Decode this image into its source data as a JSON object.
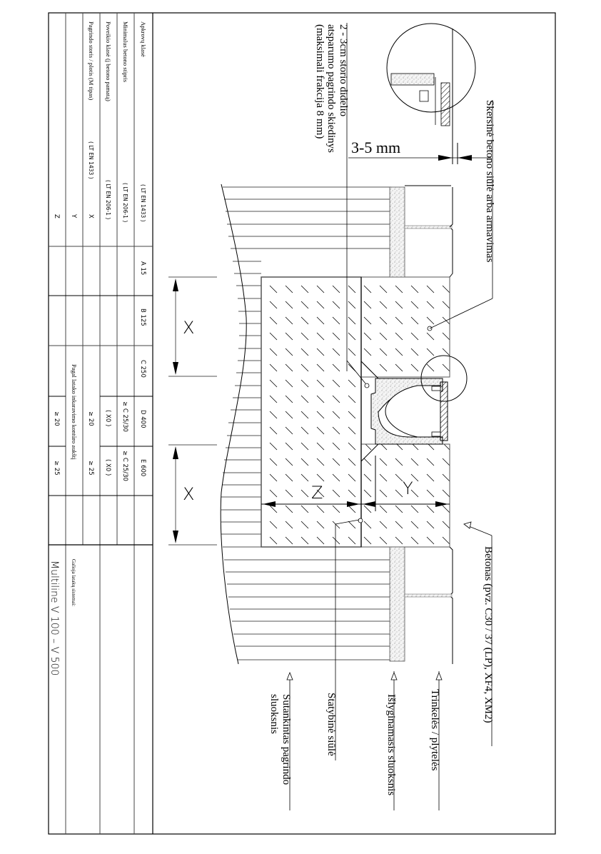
{
  "sheet": {
    "orientation": "rotated-90-cw",
    "border_color": "#000000"
  },
  "table": {
    "rows": [
      {
        "label": "Apkrovų klasė",
        "standard": "( LT EN 1433 )"
      },
      {
        "label": "Minimalus betono stipris",
        "standard": "( LT EN 206-1 )"
      },
      {
        "label": "Poveikio klasė (į betono pamatą)",
        "standard": "( LT EN 206-1 )"
      },
      {
        "label": "Pagrindo storis / plotis (M tipas)",
        "standard": "( LT EN 1433 )",
        "symbol": "X"
      },
      {
        "label": "",
        "standard": "",
        "symbol": "Y"
      },
      {
        "label": "",
        "standard": "",
        "symbol": "Z"
      }
    ],
    "load_classes": [
      "A 15",
      "B 125",
      "C 250",
      "D 400",
      "E 600"
    ],
    "min_concrete": [
      "",
      "",
      "",
      "≥ C 25/30",
      "≥ C 25/30"
    ],
    "exposure": [
      "",
      "",
      "",
      "( X0 )",
      "( X0 )"
    ],
    "x_values": [
      "",
      "",
      "",
      "≥ 20",
      "≥ 25"
    ],
    "y_merged_note": "Pagal latako inkaravimo kontūro aukštį",
    "z_values": [
      "",
      "",
      "",
      "≥ 20",
      "≥ 25"
    ],
    "systems_label": "Galioja latakų sistemai:",
    "systems_value": "Multiline V 100 – V 500"
  },
  "drawing": {
    "note_bedding_line1": "2 - 3cm storio didelio",
    "note_bedding_line2": "atsparumo pagrindo skiedinys",
    "note_bedding_line3": "(maksimali frakcija 8 mm)",
    "gap_dimension": "3-5 mm",
    "label_joint": "Skersinė betono siūlė arba armavimas",
    "label_concrete": "Betonas (pvz. C30 / 37 (LP), XF4, XM2)",
    "label_pavers": "Trinkelės / plytelės",
    "label_leveling": "Išlyginamasis sluoksnis",
    "label_construction_joint": "Statybinė siūlė",
    "label_subbase_line1": "Sutankintas pagrindo",
    "label_subbase_line2": "sluoksnis",
    "dim_x_top": "X",
    "dim_x_bottom": "X",
    "dim_y": "Y",
    "dim_z": "Z"
  }
}
